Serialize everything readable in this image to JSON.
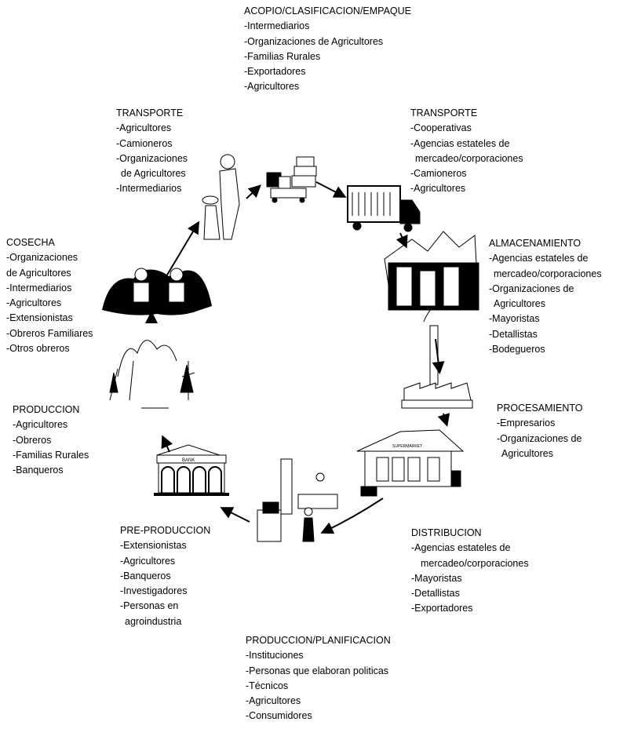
{
  "stages": {
    "acopio": {
      "title": "ACOPIO/CLASIFICACION/EMPAQUE",
      "items": [
        "-Intermediarios",
        "-Organizaciones de Agricultores",
        "-Familias Rurales",
        "-Exportadores",
        "-Agricultores"
      ]
    },
    "transporte_right": {
      "title": "TRANSPORTE",
      "items": [
        "-Cooperativas",
        "-Agencias estateles de",
        "mercadeo/corporaciones",
        "-Camioneros",
        "-Agricultores"
      ]
    },
    "transporte_left": {
      "title": "TRANSPORTE",
      "items": [
        "-Agricultores",
        "-Camioneros",
        "-Organizaciones",
        "de Agricultores",
        "-Intermediarios"
      ]
    },
    "almacenamiento": {
      "title": "ALMACENAMIENTO",
      "items": [
        "-Agencias estateles de",
        "mercadeo/corporaciones",
        "-Organizaciones de",
        "Agricultores",
        "-Mayoristas",
        "-Detallistas",
        "-Bodegueros"
      ]
    },
    "cosecha": {
      "title": "COSECHA",
      "items": [
        "-Organizaciones",
        "de Agricultores",
        "-Intermediarios",
        "-Agricultores",
        "-Extensionistas",
        "-Obreros Familiares",
        "-Otros obreros"
      ]
    },
    "procesamiento": {
      "title": "PROCESAMIENTO",
      "items": [
        "-Empresarios",
        "-Organizaciones de",
        "Agricultores"
      ]
    },
    "produccion": {
      "title": "PRODUCCION",
      "items": [
        "-Agricultores",
        "-Obreros",
        "-Familias Rurales",
        "-Banqueros"
      ]
    },
    "distribucion": {
      "title": "DISTRIBUCION",
      "items": [
        "-Agencias estateles de",
        "mercadeo/corporaciones",
        "-Mayoristas",
        "-Detallistas",
        "-Exportadores"
      ]
    },
    "preproduccion": {
      "title": "PRE-PRODUCCION",
      "items": [
        "-Extensionistas",
        "-Agricultores",
        "-Banqueros",
        "-Investigadores",
        "-Personas en",
        "agroindustria"
      ]
    },
    "planificacion": {
      "title": "PRODUCCION/PLANIFICACION",
      "items": [
        "-Instituciones",
        "-Personas que elaboran politicas",
        "-Técnicos",
        "-Agricultores",
        "-Consumidores"
      ]
    }
  },
  "illustration_labels": {
    "bank": "BANK",
    "supermarket": "SUPERMARKET"
  }
}
